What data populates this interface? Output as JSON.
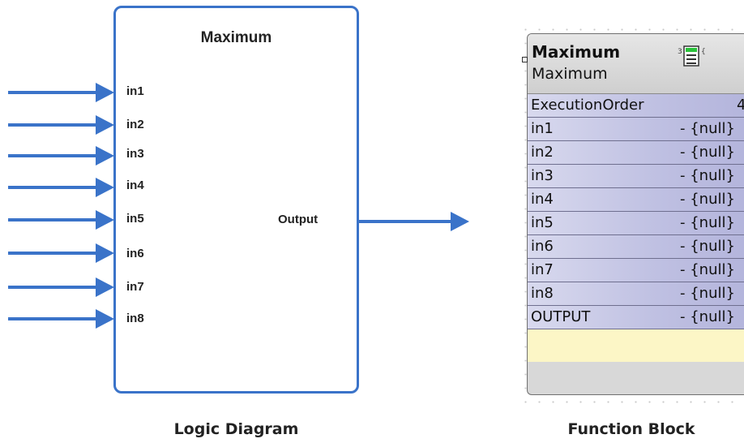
{
  "logic_diagram": {
    "title": "Maximum",
    "inputs": [
      "in1",
      "in2",
      "in3",
      "in4",
      "in5",
      "in6",
      "in7",
      "in8"
    ],
    "output_label": "Output",
    "caption": "Logic Diagram",
    "arrow_color": "#3a73c9"
  },
  "function_block": {
    "title": "Maximum",
    "subtitle": "Maximum",
    "icon": "function-block-icon",
    "rows": [
      {
        "name": "ExecutionOrder",
        "value": "4"
      },
      {
        "name": "in1",
        "value": "- {null}"
      },
      {
        "name": "in2",
        "value": "- {null}"
      },
      {
        "name": "in3",
        "value": "- {null}"
      },
      {
        "name": "in4",
        "value": "- {null}"
      },
      {
        "name": "in5",
        "value": "- {null}"
      },
      {
        "name": "in6",
        "value": "- {null}"
      },
      {
        "name": "in7",
        "value": "- {null}"
      },
      {
        "name": "in8",
        "value": "- {null}"
      },
      {
        "name": "OUTPUT",
        "value": "- {null}"
      }
    ],
    "caption": "Function Block"
  }
}
